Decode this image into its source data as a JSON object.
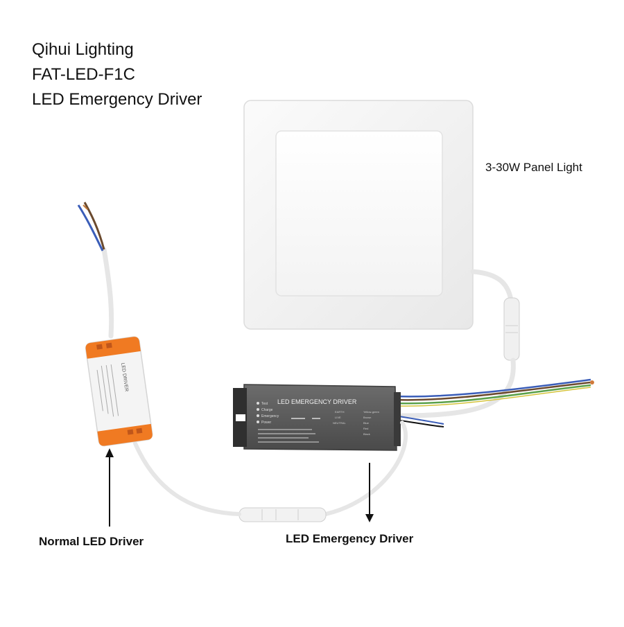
{
  "title": {
    "line1": "Qihui Lighting",
    "line2": "FAT-LED-F1C",
    "line3": "LED Emergency Driver"
  },
  "labels": {
    "panel_light": "3-30W Panel Light",
    "normal_driver": "Normal LED Driver",
    "emergency_driver": "LED Emergency Driver"
  },
  "emergency_box": {
    "heading": "LED EMERGENCY DRIVER",
    "indicators": [
      "Test",
      "Charge",
      "Emergency",
      "Power"
    ],
    "wire_labels": [
      "EARTH",
      "LIVE",
      "NEUTRAL"
    ],
    "wire_colors_text": [
      "Yellow-green",
      "Brown",
      "Blue",
      "Red",
      "Black"
    ]
  },
  "normal_driver_box": {
    "heading": "LED DRIVER"
  },
  "colors": {
    "background": "#ffffff",
    "panel": "#f2f2f2",
    "emergency_box": "#5a5a5a",
    "driver_accent": "#f07a22",
    "cable": "#eeeeee"
  }
}
